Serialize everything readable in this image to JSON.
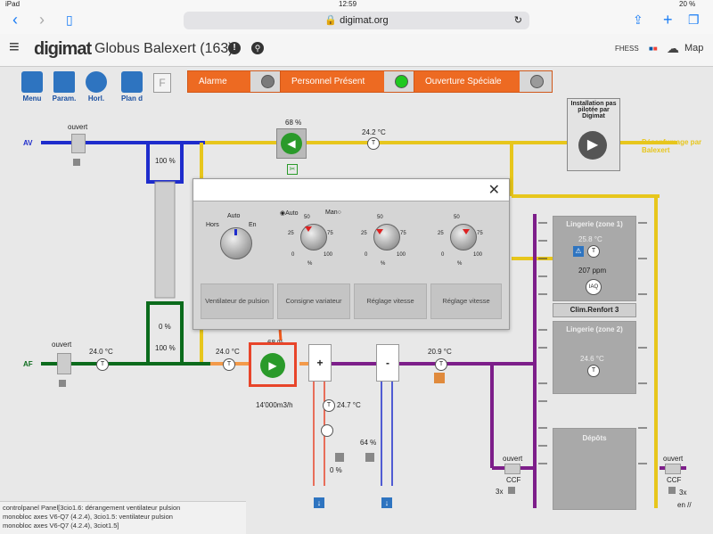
{
  "status_bar": {
    "device": "iPad",
    "time": "12:59",
    "battery": "20 %"
  },
  "browser": {
    "url": "digimat.org"
  },
  "header": {
    "logo": "digimat",
    "site_title": "Globus Balexert (163)",
    "user": "FHESS",
    "map_label": "Map"
  },
  "nav": {
    "items": [
      "Menu",
      "Param.",
      "Horl.",
      "Plan d"
    ]
  },
  "alarms": {
    "alarm": "Alarme",
    "personnel": "Personnel Présent",
    "ouverture": "Ouverture Spéciale"
  },
  "colors": {
    "supply": "#0b6b1c",
    "extract": "#1e2ccc",
    "exhaust": "#e7c61c",
    "distribution": "#7d1e8a",
    "highlight": "#e8452a",
    "alarm_bg": "#ed6a22"
  },
  "plant": {
    "av_label": "AV",
    "af_label": "AF",
    "damper_av_state": "ouvert",
    "damper_af_state": "ouvert",
    "damper_av_pct": "100 %",
    "filter_pct": "0 %",
    "damper_af_pct": "100 %",
    "fan_top_pct": "68 %",
    "temp_top": "24.2 °C",
    "installation_text": "Installation pas pilotée par Digimat",
    "desenfumage": "Désenfumage par Balexert",
    "temp_af_in": "24.0 °C",
    "temp_af_mid": "24.0 °C",
    "fan_main_pct": "68 %",
    "flow": "14'000m3/h",
    "heater_label": "+",
    "cooler_label": "-",
    "temp_supply": "20.9 °C",
    "temp_heater_water": "24.7 °C",
    "valve_heater_pct": "0 %",
    "valve_cooler_pct": "64 %",
    "ccf_left": "ouvert",
    "ccf_right": "ouvert",
    "ccf_label": "CCF",
    "count_3x": "3x",
    "en_label": "en //"
  },
  "zones": [
    {
      "title": "Lingerie (zone 1)",
      "temp": "25.8 °C",
      "ppm": "207 ppm",
      "iaq": "IAQ"
    },
    {
      "title": "Clim.Renfort 3"
    },
    {
      "title": "Lingerie (zone 2)",
      "temp": "24.6 °C"
    },
    {
      "title": "Dépôts"
    }
  ],
  "dialog": {
    "mode_auto": "Auto",
    "mode_man": "Man",
    "knob1_labels": {
      "hors": "Hors",
      "auto": "Auto",
      "en": "En"
    },
    "knob_scale": {
      "min": "0",
      "low": "25",
      "mid": "50",
      "high": "75",
      "max": "100",
      "unit": "%"
    },
    "buttons": [
      "Ventilateur de pulsion",
      "Consigne variateur",
      "Réglage vitesse",
      "Réglage vitesse"
    ]
  },
  "footer": {
    "lines": [
      "controlpanel Panel[3cio1.6: dérangement ventilateur pulsion",
      "monobloc axes V6-Q7 (4.2.4), 3cio1.5: ventilateur pulsion",
      "monobloc axes V6-Q7 (4.2.4), 3ciot1.5]"
    ]
  }
}
